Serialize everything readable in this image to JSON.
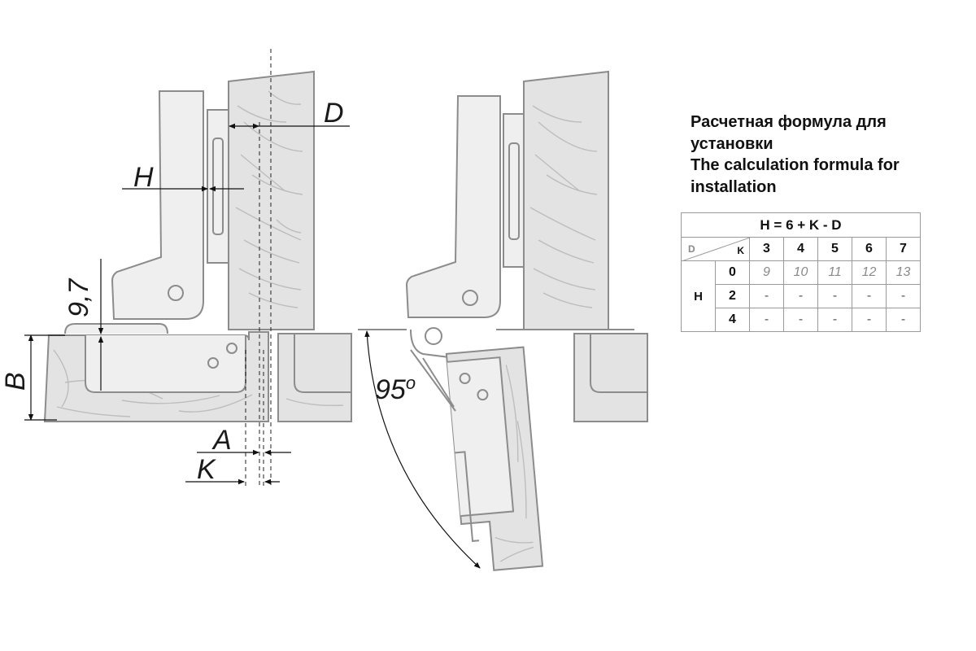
{
  "dimensions": {
    "D": "D",
    "H": "H",
    "dim97": "9,7",
    "B": "B",
    "A": "A",
    "K": "K",
    "angle": "95",
    "angle_unit": "o"
  },
  "formula_text": {
    "line1": "Расчетная формула для",
    "line2": "установки",
    "line3": "The calculation formula for",
    "line4": "installation"
  },
  "table": {
    "title": "H = 6 + K - D",
    "corner_d": "D",
    "corner_k": "K",
    "k_values": [
      "3",
      "4",
      "5",
      "6",
      "7"
    ],
    "h_label": "H",
    "rows": [
      {
        "d": "0",
        "cells": [
          "9",
          "10",
          "11",
          "12",
          "13"
        ]
      },
      {
        "d": "2",
        "cells": [
          "-",
          "-",
          "-",
          "-",
          "-"
        ]
      },
      {
        "d": "4",
        "cells": [
          "-",
          "-",
          "-",
          "-",
          "-"
        ]
      }
    ]
  }
}
